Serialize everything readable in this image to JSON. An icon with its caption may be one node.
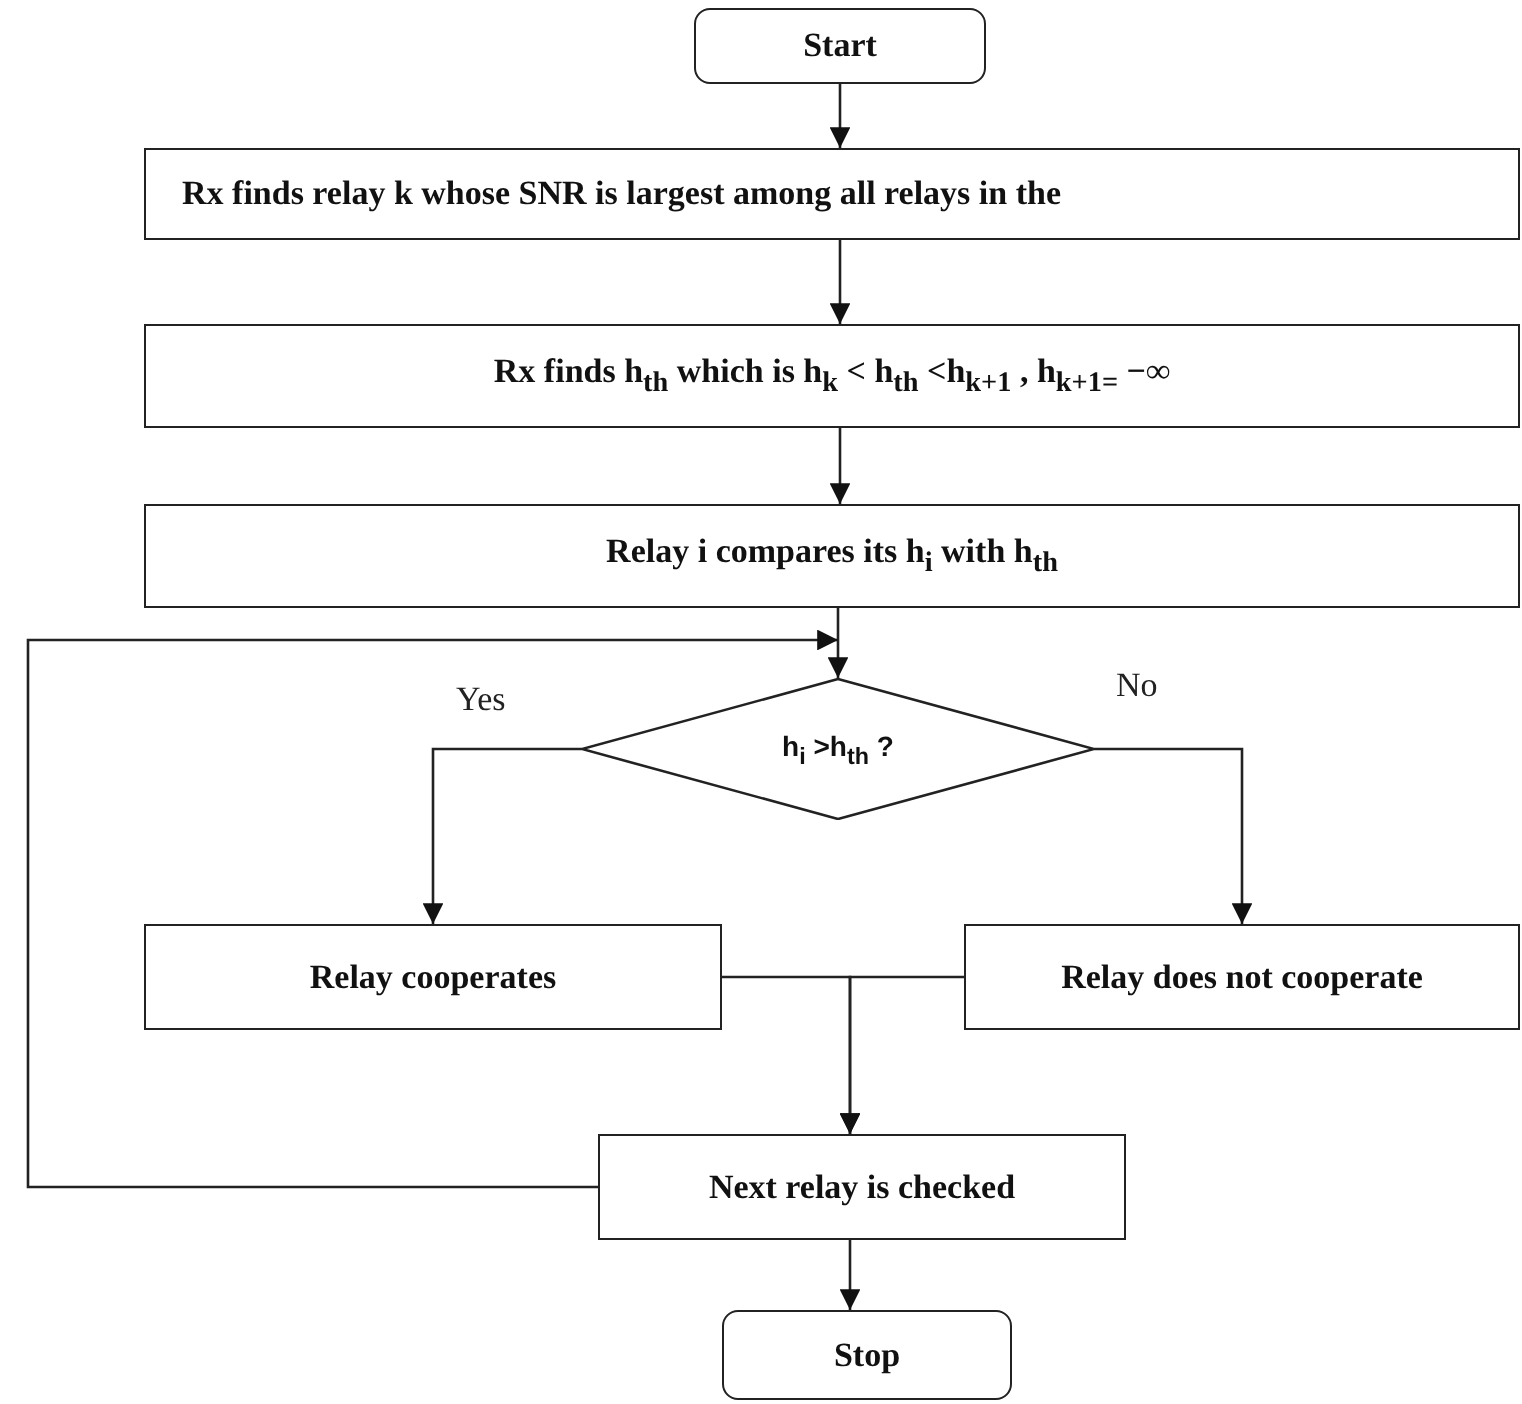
{
  "diagram": {
    "nodes": [
      {
        "text": [
          "Start"
        ]
      },
      {
        "text": [
          "Rx finds relay k whose SNR is largest among all relays in the"
        ]
      },
      {
        "text": [
          "Rx finds h$_{th}$ which is h$_{k}$ < h$_{th}$ <h$_{k+1}$ , h$_{k+1=}$ −∞"
        ]
      },
      {
        "text": [
          "Relay i compares its h$_{i}$ with h$_{th}$"
        ]
      },
      {
        "text": [
          "h$_{i}$ >h$_{th}$ ?"
        ]
      },
      {
        "text": [
          "Relay cooperates"
        ]
      },
      {
        "text": [
          "Relay does not cooperate"
        ]
      },
      {
        "text": [
          "Next relay is checked"
        ]
      },
      {
        "text": [
          "Stop"
        ]
      }
    ],
    "edges": [
      {
        "from": 0,
        "to": 1,
        "arrow": "to"
      },
      {
        "from": 1,
        "to": 2,
        "arrow": "to"
      },
      {
        "from": 2,
        "to": 3,
        "arrow": "to"
      },
      {
        "from": 3,
        "to": 4,
        "arrow": "to"
      },
      {
        "from": 4,
        "to": 5,
        "arrow": "to",
        "label": "Yes"
      },
      {
        "from": 4,
        "to": 6,
        "arrow": "to",
        "label": "No"
      },
      {
        "from": 5,
        "to": 7,
        "arrow": "to"
      },
      {
        "from": 6,
        "to": 7,
        "arrow": "to"
      },
      {
        "from": 7,
        "to": 4,
        "arrow": "to"
      },
      {
        "from": 7,
        "to": 8,
        "arrow": "to"
      }
    ]
  }
}
